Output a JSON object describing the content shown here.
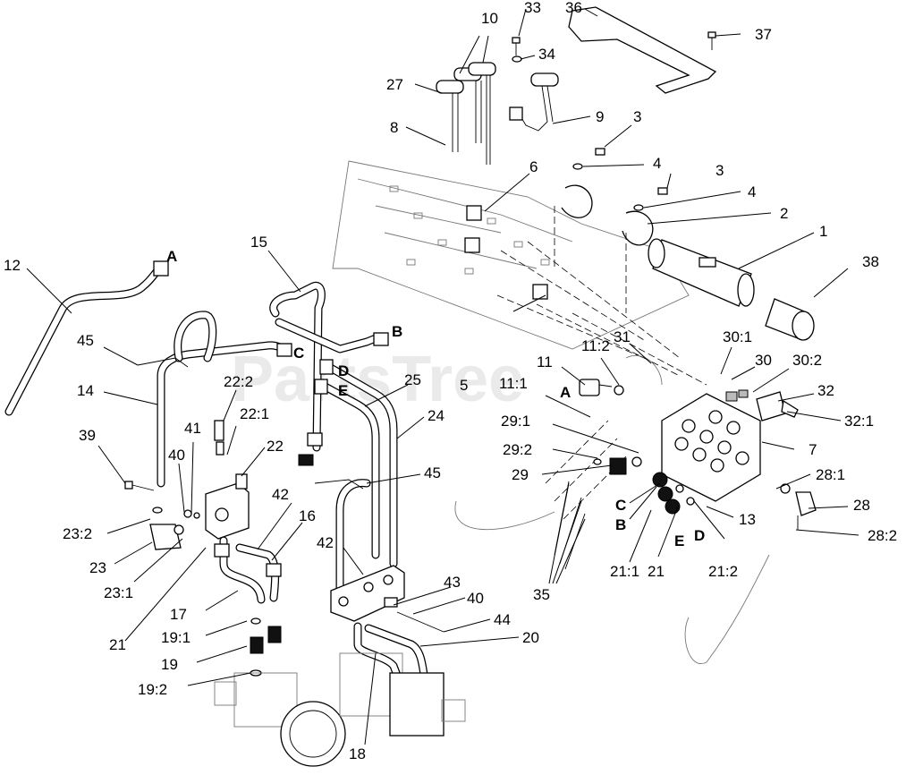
{
  "watermark": "PartsTree",
  "callouts": {
    "c1": "1",
    "c2": "2",
    "c3a": "3",
    "c3b": "3",
    "c4a": "4",
    "c4b": "4",
    "c5": "5",
    "c6": "6",
    "c7": "7",
    "c8": "8",
    "c9": "9",
    "c10": "10",
    "c11": "11",
    "c11_1": "11:1",
    "c11_2": "11:2",
    "c12": "12",
    "c13": "13",
    "c14": "14",
    "c15": "15",
    "c16": "16",
    "c17": "17",
    "c18": "18",
    "c19": "19",
    "c19_1": "19:1",
    "c19_2": "19:2",
    "c20": "20",
    "c21a": "21",
    "c21b": "21",
    "c21_1": "21:1",
    "c21_2": "21:2",
    "c22": "22",
    "c22_1": "22:1",
    "c22_2": "22:2",
    "c23": "23",
    "c23_1": "23:1",
    "c23_2": "23:2",
    "c24": "24",
    "c25": "25",
    "c27": "27",
    "c28": "28",
    "c28_1": "28:1",
    "c28_2": "28:2",
    "c29": "29",
    "c29_1": "29:1",
    "c29_2": "29:2",
    "c30": "30",
    "c30_1": "30:1",
    "c30_2": "30:2",
    "c31": "31",
    "c32": "32",
    "c32_1": "32:1",
    "c33": "33",
    "c34": "34",
    "c35": "35",
    "c36": "36",
    "c37": "37",
    "c38": "38",
    "c39": "39",
    "c40a": "40",
    "c40b": "40",
    "c41": "41",
    "c42a": "42",
    "c42b": "42",
    "c43": "43",
    "c44": "44",
    "c45a": "45",
    "c45b": "45"
  },
  "port_letters": {
    "a_tube": "A",
    "b_tube": "B",
    "c_tube": "C",
    "d_tube": "D",
    "e_tube": "E",
    "a_valve": "A",
    "b_valve": "B",
    "c_valve": "C",
    "d_valve": "D",
    "e_valve": "E"
  }
}
